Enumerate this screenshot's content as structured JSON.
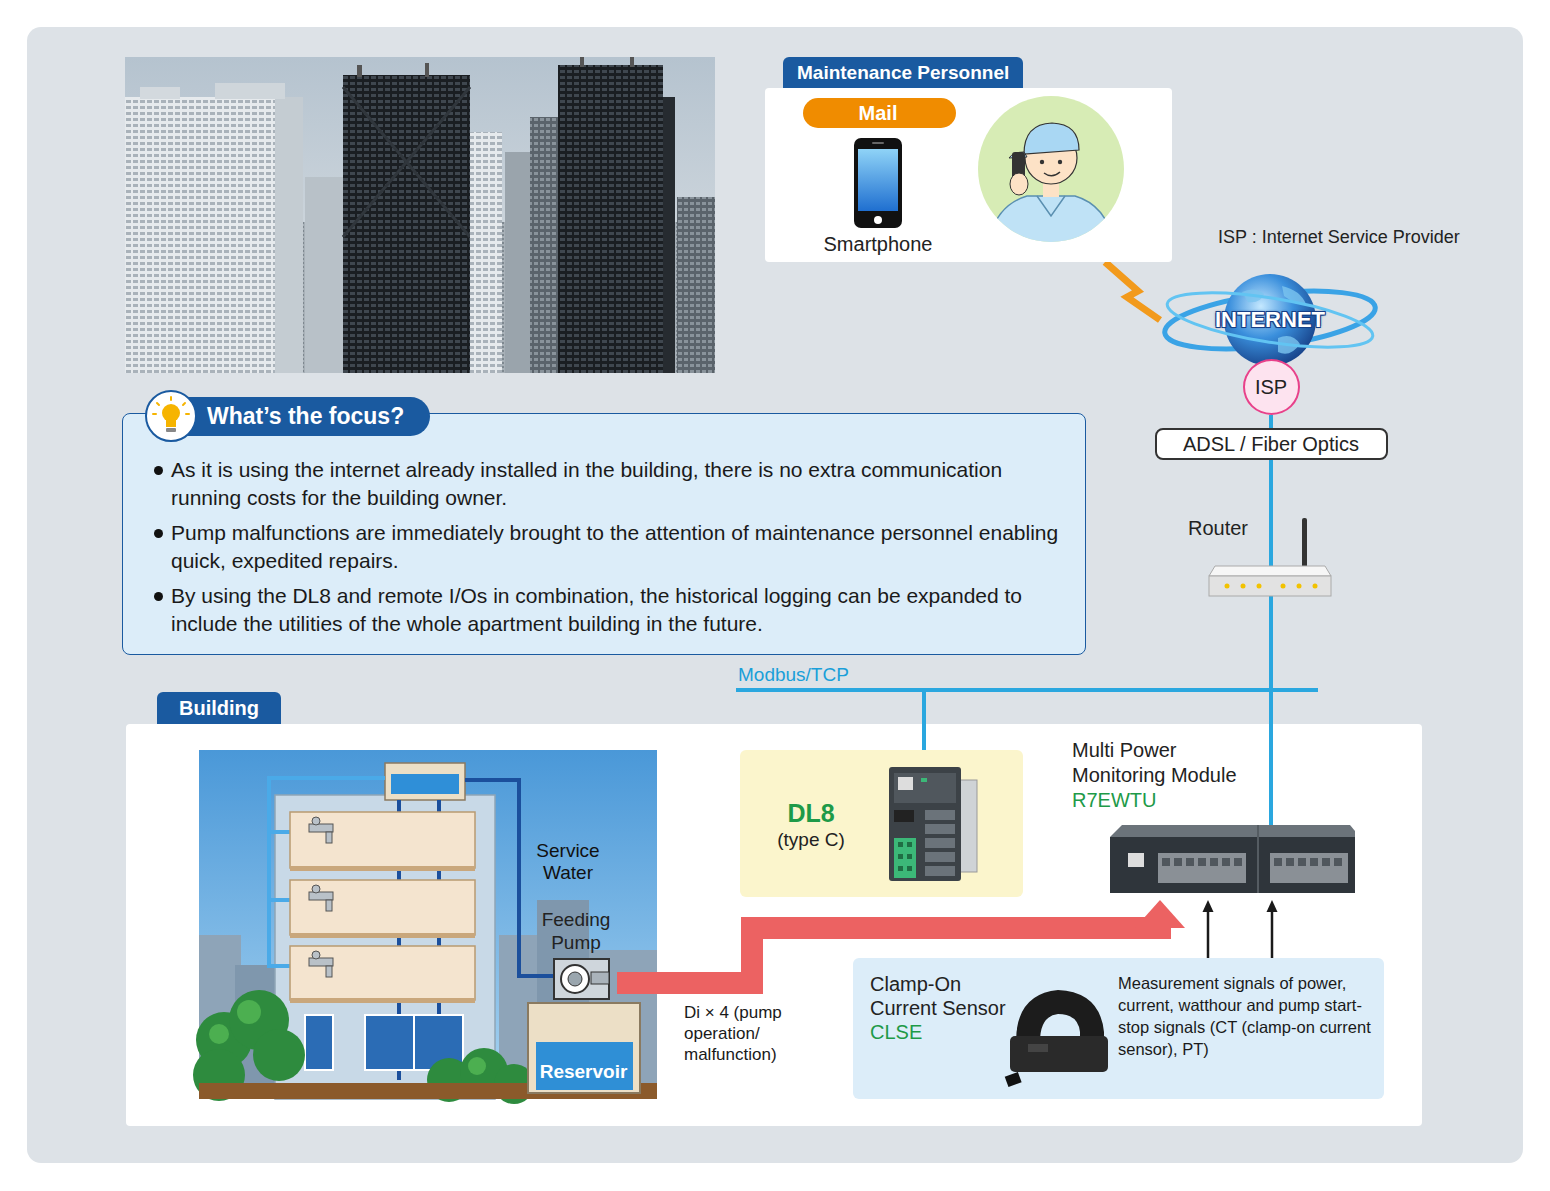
{
  "diagram": {
    "nodes": [
      {
        "text": [
          "Maintenance Personnel"
        ]
      },
      {
        "text": [
          "Mail"
        ],
        "in": 0
      },
      {
        "text": [
          "Smartphone"
        ],
        "in": 0
      },
      {
        "text": [
          "What’s the focus?",
          "As it is using the internet already installed in the building, there is no extra communication running costs for the building owner.",
          "Pump malfunctions are immediately brought to the attention of maintenance personnel enabling quick, expedited repairs.",
          "By using the DL8 and remote I/Os in combination, the historical logging can be expanded to include the utilities of the whole apartment building in the future."
        ]
      },
      {
        "text": [
          "INTERNET"
        ]
      },
      {
        "text": [
          "ISP"
        ]
      },
      {
        "text": [
          "ADSL / Fiber Optics"
        ]
      },
      {
        "text": [
          "Router"
        ]
      },
      {
        "text": [
          "Building"
        ]
      },
      {
        "text": [
          "Feeding Pump"
        ],
        "in": 8
      },
      {
        "text": [
          "Reservoir"
        ],
        "in": 8
      },
      {
        "text": [
          "DL8",
          "(type C)"
        ],
        "in": 8
      },
      {
        "text": [
          "Multi Power Monitoring Module",
          "R7EWTU"
        ],
        "in": 8
      },
      {
        "text": [
          "Clamp-On Current Sensor",
          "CLSE",
          "Measurement signals of power, current, watthour and pump start-stop signals (CT (clamp-on current sensor), PT)"
        ],
        "in": 8
      }
    ],
    "edges": [
      {
        "from": 4,
        "to": 0,
        "arrow": "none"
      },
      {
        "from": 6,
        "to": 5,
        "arrow": "none"
      },
      {
        "from": 7,
        "to": 6,
        "arrow": "none"
      },
      {
        "from": 7,
        "to": 12,
        "arrow": "none"
      },
      {
        "from": 7,
        "to": 11,
        "label": "Modbus/TCP",
        "arrow": "none"
      },
      {
        "from": 9,
        "to": 12,
        "label": "Di × 4 (pump operation/ malfunction)",
        "arrow": "to"
      },
      {
        "from": 13,
        "to": 12,
        "arrow": "to"
      },
      {
        "from": 13,
        "to": 12,
        "arrow": "to"
      }
    ],
    "labels": [
      "ISP : Internet Service Provider",
      "Service Water"
    ]
  }
}
